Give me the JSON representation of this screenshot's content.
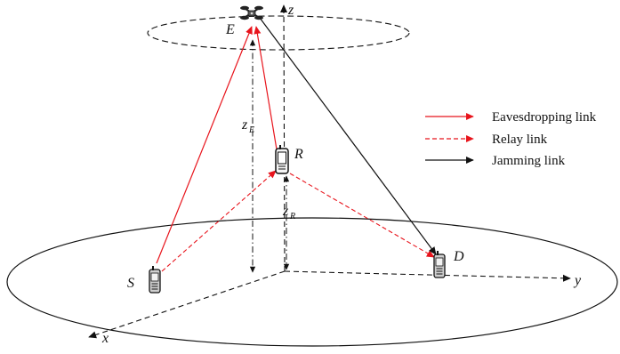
{
  "nodes": {
    "E": "E",
    "R": "R",
    "S": "S",
    "D": "D"
  },
  "heights": {
    "zE_base": "z",
    "zE_sub": "E",
    "zR_base": "z",
    "zR_sub": "R"
  },
  "axes": {
    "x": "x",
    "y": "y",
    "z": "z"
  },
  "legend": {
    "items": [
      {
        "label": "Eavesdropping link",
        "color": "#e8141c",
        "style": "solid"
      },
      {
        "label": "Relay link",
        "color": "#e8141c",
        "style": "dashed"
      },
      {
        "label": "Jamming link",
        "color": "#111111",
        "style": "solid"
      }
    ]
  },
  "colors": {
    "eavesdropping": "#e8141c",
    "relay": "#e8141c",
    "jamming": "#111111",
    "axis": "#111111"
  }
}
